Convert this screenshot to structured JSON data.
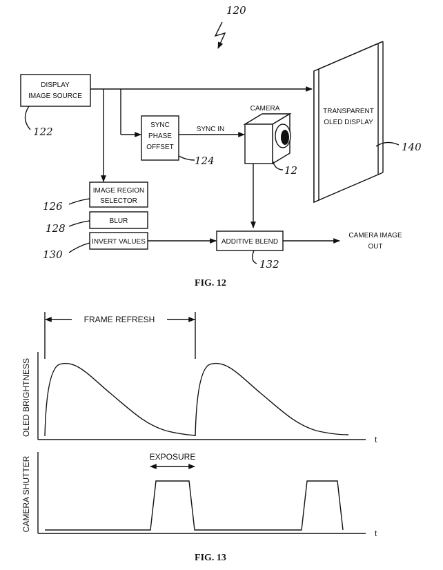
{
  "fig12": {
    "title": "FIG. 12",
    "system_ref": "120",
    "display_source": {
      "line1": "DISPLAY",
      "line2": "IMAGE SOURCE",
      "ref": "122"
    },
    "sync": {
      "line1": "SYNC",
      "line2": "PHASE",
      "line3": "OFFSET",
      "ref": "124",
      "out_label": "SYNC IN"
    },
    "camera": {
      "label": "CAMERA",
      "ref": "12"
    },
    "oled": {
      "line1": "TRANSPARENT",
      "line2": "OLED DISPLAY",
      "ref": "140"
    },
    "selector": {
      "line1": "IMAGE REGION",
      "line2": "SELECTOR",
      "ref": "126"
    },
    "blur": {
      "label": "BLUR",
      "ref": "128"
    },
    "invert": {
      "label": "INVERT VALUES",
      "ref": "130"
    },
    "blend": {
      "label": "ADDITIVE BLEND",
      "ref": "132"
    },
    "output": {
      "line1": "CAMERA IMAGE",
      "line2": "OUT"
    }
  },
  "fig13": {
    "title": "FIG. 13",
    "frame_refresh": "FRAME REFRESH",
    "exposure": "EXPOSURE",
    "top_ylabel": "OLED BRIGHTNESS",
    "bottom_ylabel": "CAMERA SHUTTER",
    "x_label": "t"
  }
}
